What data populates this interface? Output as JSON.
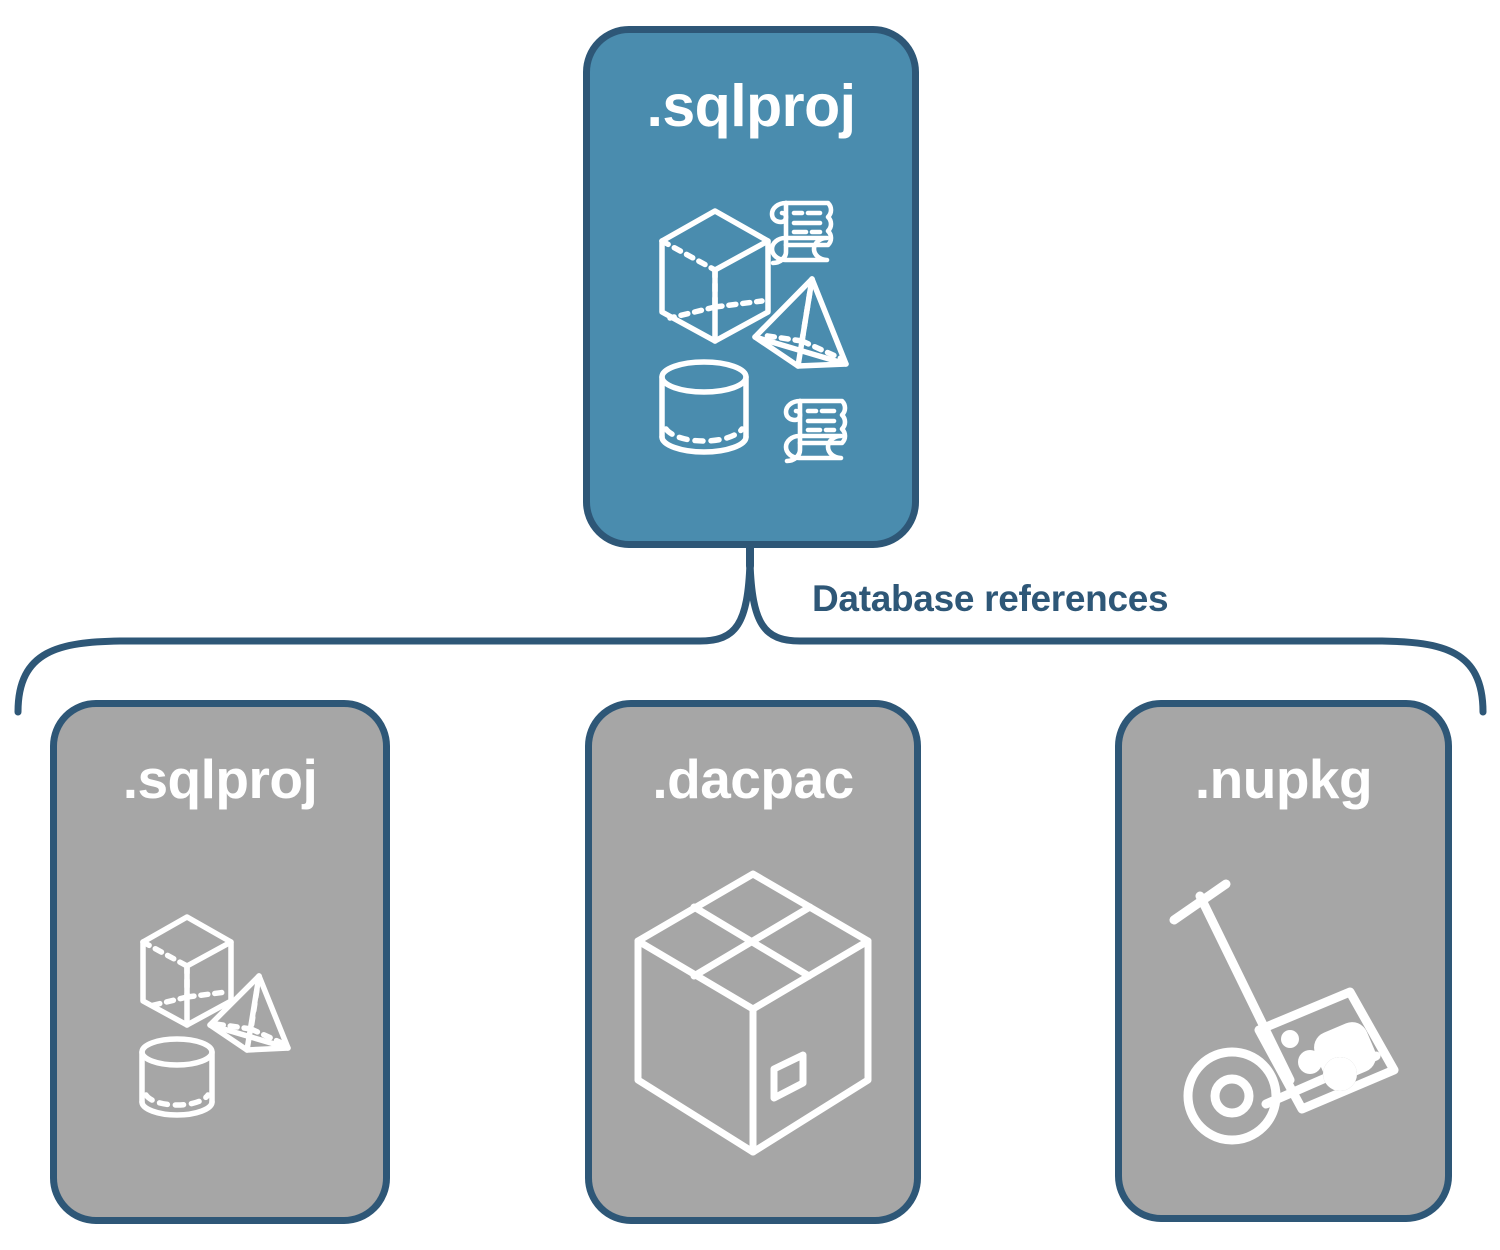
{
  "diagram": {
    "title_text": "Database references",
    "colors": {
      "accent_blue": "#4a8cae",
      "border_navy": "#2e5777",
      "card_gray": "#a6a6a6",
      "icon_white": "#ffffff",
      "background": "#ffffff"
    }
  },
  "root_node": {
    "label": ".sqlproj",
    "icons": [
      "cube-icon",
      "scroll-icon",
      "pyramid-icon",
      "cylinder-icon",
      "scroll-icon"
    ]
  },
  "connector": {
    "label": "Database references",
    "type": "curly-brace",
    "branch_count": 3
  },
  "child_nodes": [
    {
      "label": ".sqlproj",
      "icons": [
        "cube-icon",
        "pyramid-icon",
        "cylinder-icon"
      ]
    },
    {
      "label": ".dacpac",
      "icons": [
        "package-box-icon"
      ]
    },
    {
      "label": ".nupkg",
      "icons": [
        "hand-truck-icon",
        "nuget-package-icon"
      ]
    }
  ]
}
